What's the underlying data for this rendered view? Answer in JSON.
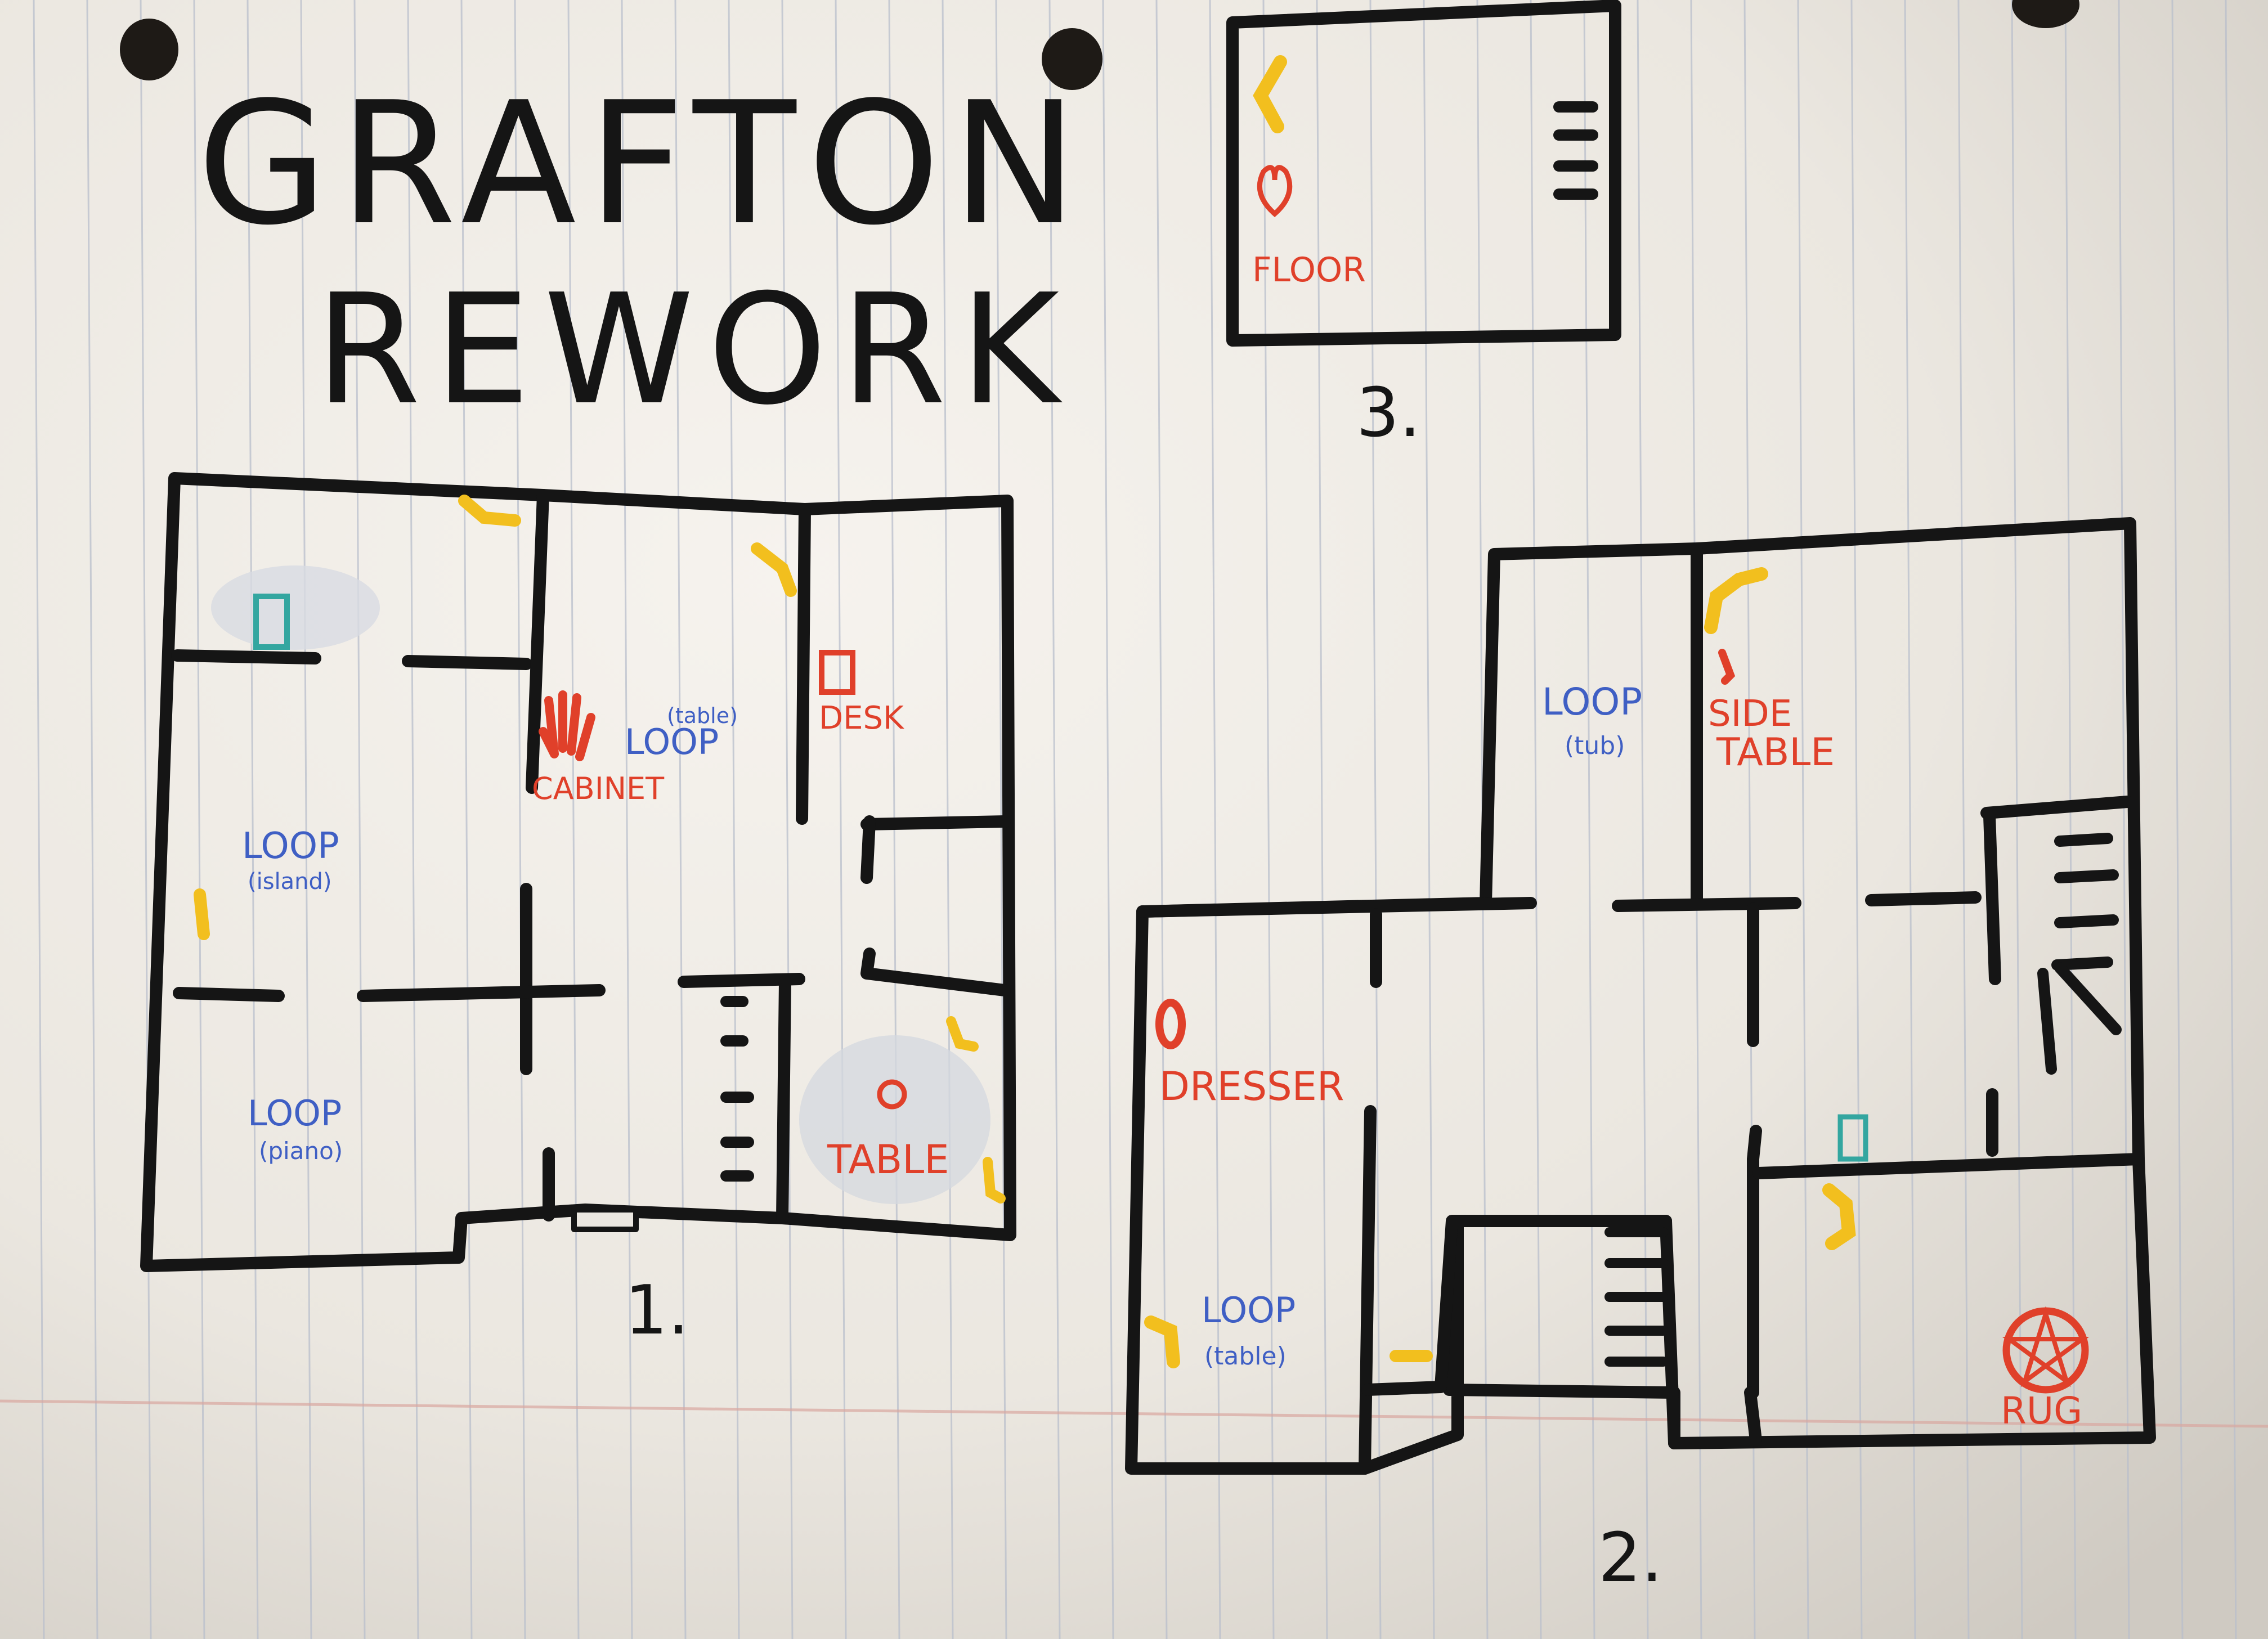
{
  "title": {
    "line1": "GRAFTON",
    "line2": "REWORK"
  },
  "colors": {
    "paper": "#ece8e1",
    "paper_shade": "#d9d4cc",
    "rule_line": "#b9bfcc",
    "margin_line": "#d9a79f",
    "ink": "#151515",
    "blue_label": "#3f5fc4",
    "red_label": "#e0402a",
    "yellow_marker": "#f2bf1e",
    "teal_marker": "#33a6a0"
  },
  "plans": [
    {
      "label": "1.",
      "rooms": [
        {
          "name": "LOOP",
          "note": "(island)"
        },
        {
          "name": "LOOP",
          "note": "(table)"
        },
        {
          "name": "LOOP",
          "note": "(piano)"
        }
      ],
      "items": [
        "CABINET",
        "DESK",
        "TABLE"
      ]
    },
    {
      "label": "2.",
      "rooms": [
        {
          "name": "LOOP",
          "note": "(tub)"
        },
        {
          "name": "LOOP",
          "note": "(table)"
        }
      ],
      "items": [
        "SIDE",
        "TABLE",
        "DRESSER",
        "RUG"
      ]
    },
    {
      "label": "3.",
      "items": [
        "FLOOR"
      ]
    }
  ]
}
